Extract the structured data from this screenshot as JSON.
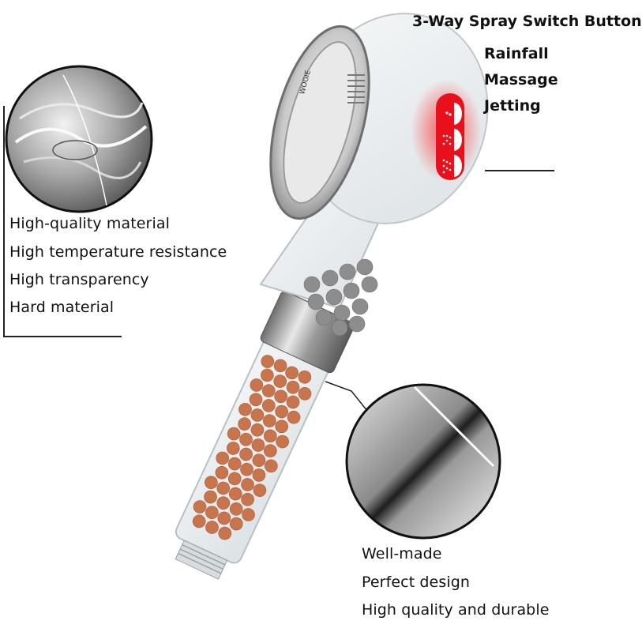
{
  "switch_callout": {
    "title": "3-Way Spray Switch Button",
    "modes": [
      "Rainfall",
      "Massage",
      "Jetting"
    ],
    "button_color": "#e8101a"
  },
  "material_callout": {
    "features": [
      "High-quality material",
      "High temperature resistance",
      "High transparency",
      "Hard material"
    ]
  },
  "build_callout": {
    "features": [
      "Well-made",
      "Perfect design",
      "High quality and durable"
    ]
  },
  "product": {
    "name": "Handheld filter shower head",
    "brand_mark": "WOGIE",
    "bead_color": "#c8754e",
    "stone_color": "#8d8d8d"
  }
}
